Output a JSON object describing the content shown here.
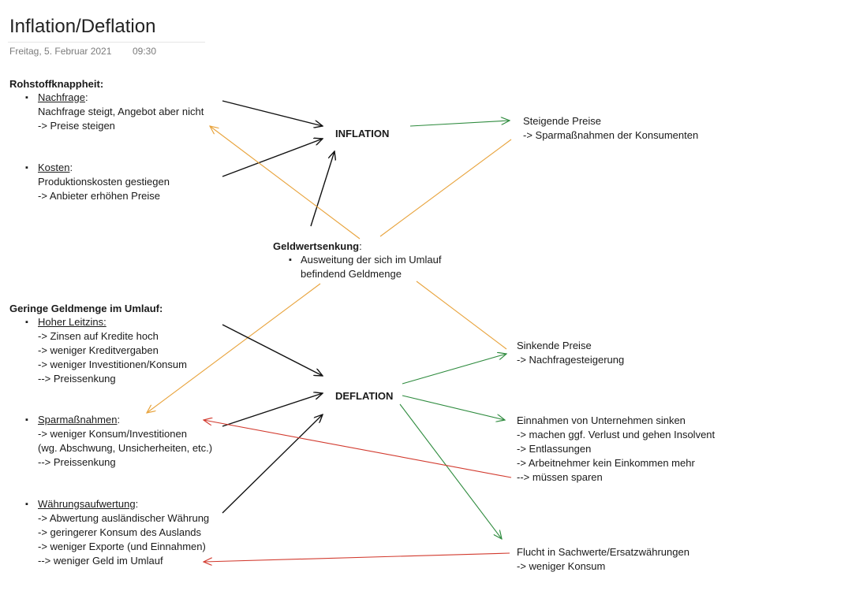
{
  "header": {
    "title": "Inflation/Deflation",
    "date": "Freitag, 5. Februar 2021",
    "time": "09:30"
  },
  "left_top": {
    "heading": "Rohstoffknappheit:",
    "nachfrage": {
      "label": "Nachfrage",
      "colon": ":",
      "lines": [
        "Nachfrage steigt, Angebot aber nicht",
        "-> Preise steigen"
      ]
    },
    "kosten": {
      "label": "Kosten",
      "colon": ":",
      "lines": [
        "Produktionskosten gestiegen",
        "-> Anbieter erhöhen Preise"
      ]
    }
  },
  "center": {
    "inflation": "INFLATION",
    "deflation": "DEFLATION",
    "geldwertsenkung": {
      "heading": "Geldwertsenkung",
      "colon": ":",
      "lines": [
        "Ausweitung der sich im Umlauf",
        "befindend Geldmenge"
      ]
    }
  },
  "left_bottom": {
    "heading": "Geringe Geldmenge im Umlauf:",
    "leitzins": {
      "label": "Hoher Leitzins:",
      "lines": [
        "-> Zinsen auf Kredite hoch",
        "-> weniger Kreditvergaben",
        "-> weniger Investitionen/Konsum",
        "--> Preissenkung"
      ]
    },
    "sparmassnahmen": {
      "label": "Sparmaßnahmen",
      "colon": ":",
      "lines": [
        "-> weniger Konsum/Investitionen",
        "(wg. Abschwung, Unsicherheiten, etc.)",
        "--> Preissenkung"
      ]
    },
    "waehrung": {
      "label": "Währungsaufwertung",
      "colon": ":",
      "lines": [
        "-> Abwertung ausländischer Währung",
        "-> geringerer Konsum des Auslands",
        "-> weniger Exporte (und Einnahmen)",
        "--> weniger Geld im Umlauf"
      ]
    }
  },
  "right": {
    "steigende": [
      "Steigende Preise",
      "-> Sparmaßnahmen der Konsumenten"
    ],
    "sinkende": [
      "Sinkende Preise",
      "-> Nachfragesteigerung"
    ],
    "einnahmen": [
      "Einnahmen von Unternehmen sinken",
      "-> machen ggf. Verlust und gehen Insolvent",
      "-> Entlassungen",
      "-> Arbeitnehmer kein Einkommen mehr",
      "--> müssen sparen"
    ],
    "flucht": [
      "Flucht in Sachwerte/Ersatzwährungen",
      "-> weniger Konsum"
    ]
  },
  "bullet_symbol": "▪",
  "colors": {
    "black_arrow": "#111111",
    "green_arrow": "#2e8b3e",
    "orange_arrow": "#e8a33c",
    "red_arrow": "#d23a2e",
    "meta_text": "#7b7b7b"
  }
}
